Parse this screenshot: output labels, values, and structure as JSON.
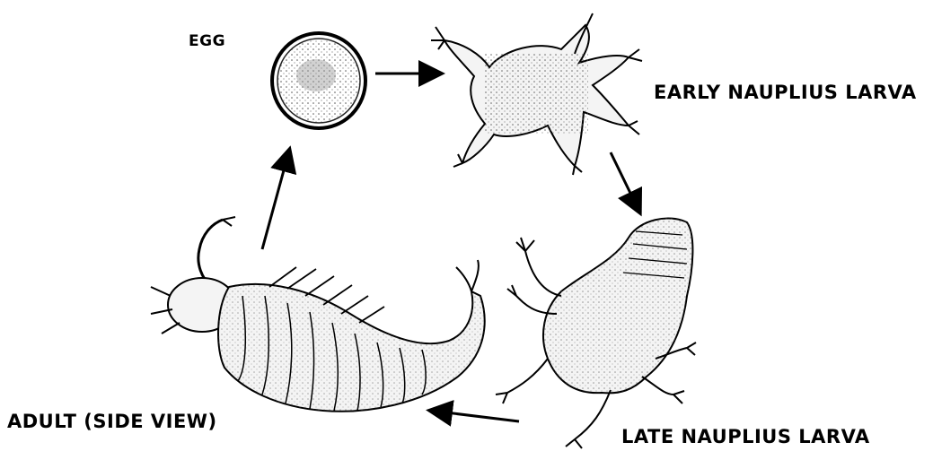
{
  "labels": {
    "egg": "EGG",
    "early": "EARLY NAUPLIUS LARVA",
    "late": "LATE NAUPLIUS LARVA",
    "adult": "ADULT (SIDE VIEW)"
  },
  "colors": {
    "ink": "#000000",
    "stipple": "#555555",
    "body": "#f4f4f4"
  }
}
